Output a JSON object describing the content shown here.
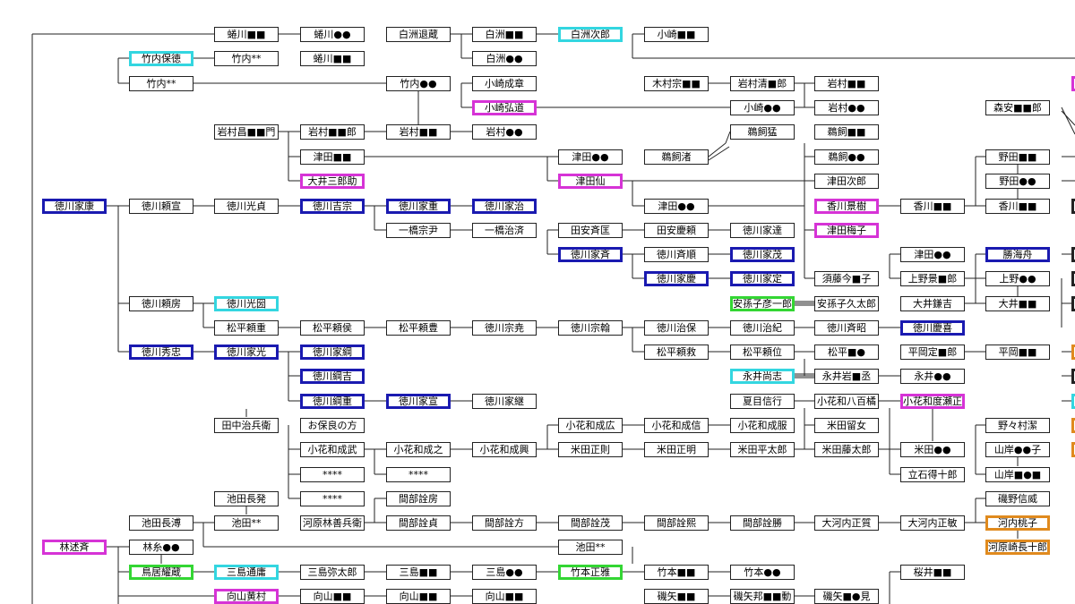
{
  "colors": {
    "blue": "#1a1ab0",
    "cyan": "#33d6e0",
    "magenta": "#d633d6",
    "green": "#33d633",
    "orange": "#e08a1e",
    "black": "#222222"
  },
  "diagram": {
    "type": "family-tree",
    "nodes": [
      {
        "id": "n1",
        "label": "蜷川■■",
        "color": "black"
      },
      {
        "id": "n2",
        "label": "蜷川●●",
        "color": "black"
      },
      {
        "id": "n3",
        "label": "白洲退蔵",
        "color": "black"
      },
      {
        "id": "n4",
        "label": "白洲■■",
        "color": "black"
      },
      {
        "id": "n5",
        "label": "白洲次郎",
        "color": "cyan"
      },
      {
        "id": "n6",
        "label": "小崎■■",
        "color": "black"
      },
      {
        "id": "n7",
        "label": "竹内保徳",
        "color": "cyan"
      },
      {
        "id": "n8",
        "label": "竹内**",
        "color": "black"
      },
      {
        "id": "n9",
        "label": "蜷川■■",
        "color": "black"
      },
      {
        "id": "n10",
        "label": "白洲●●",
        "color": "black"
      },
      {
        "id": "n11",
        "label": "竹内**",
        "color": "black"
      },
      {
        "id": "n12",
        "label": "竹内●●",
        "color": "black"
      },
      {
        "id": "n13",
        "label": "小崎成章",
        "color": "black"
      },
      {
        "id": "n14",
        "label": "木村宗■■",
        "color": "black"
      },
      {
        "id": "n15",
        "label": "岩村清■郎",
        "color": "black"
      },
      {
        "id": "n16",
        "label": "岩村■■",
        "color": "black"
      },
      {
        "id": "n17",
        "label": "小崎弘道",
        "color": "magenta"
      },
      {
        "id": "n18",
        "label": "小崎●●",
        "color": "black"
      },
      {
        "id": "n19",
        "label": "岩村●●",
        "color": "black"
      },
      {
        "id": "n20",
        "label": "森安■■郎",
        "color": "black"
      },
      {
        "id": "n21",
        "label": "岩村昌■■門",
        "color": "black"
      },
      {
        "id": "n22",
        "label": "岩村■■郎",
        "color": "black"
      },
      {
        "id": "n23",
        "label": "岩村■■",
        "color": "black"
      },
      {
        "id": "n24",
        "label": "岩村●●",
        "color": "black"
      },
      {
        "id": "n25",
        "label": "鵜飼猛",
        "color": "black"
      },
      {
        "id": "n26",
        "label": "鵜飼■■",
        "color": "black"
      },
      {
        "id": "n27",
        "label": "津田■■",
        "color": "black"
      },
      {
        "id": "n28",
        "label": "津田●●",
        "color": "black"
      },
      {
        "id": "n29",
        "label": "鵜飼渚",
        "color": "black"
      },
      {
        "id": "n30",
        "label": "鵜飼●●",
        "color": "black"
      },
      {
        "id": "n31",
        "label": "野田■■",
        "color": "black"
      },
      {
        "id": "n32",
        "label": "大井三郎助",
        "color": "magenta"
      },
      {
        "id": "n33",
        "label": "津田仙",
        "color": "magenta"
      },
      {
        "id": "n34",
        "label": "津田次郎",
        "color": "black"
      },
      {
        "id": "n35",
        "label": "野田●●",
        "color": "black"
      },
      {
        "id": "n36",
        "label": "徳川家康",
        "color": "blue"
      },
      {
        "id": "n37",
        "label": "徳川頼宣",
        "color": "black"
      },
      {
        "id": "n38",
        "label": "徳川光貞",
        "color": "black"
      },
      {
        "id": "n39",
        "label": "徳川吉宗",
        "color": "blue"
      },
      {
        "id": "n40",
        "label": "徳川家重",
        "color": "blue"
      },
      {
        "id": "n41",
        "label": "徳川家治",
        "color": "blue"
      },
      {
        "id": "n42",
        "label": "津田●●",
        "color": "black"
      },
      {
        "id": "n43",
        "label": "香川景樹",
        "color": "magenta"
      },
      {
        "id": "n44",
        "label": "香川■■",
        "color": "black"
      },
      {
        "id": "n45",
        "label": "香川■■",
        "color": "black"
      },
      {
        "id": "n46",
        "label": "一橋宗尹",
        "color": "black"
      },
      {
        "id": "n47",
        "label": "一橋治済",
        "color": "black"
      },
      {
        "id": "n48",
        "label": "田安斉匡",
        "color": "black"
      },
      {
        "id": "n49",
        "label": "田安慶頼",
        "color": "black"
      },
      {
        "id": "n50",
        "label": "徳川家達",
        "color": "black"
      },
      {
        "id": "n51",
        "label": "津田梅子",
        "color": "magenta"
      },
      {
        "id": "n52",
        "label": "徳川家斉",
        "color": "blue"
      },
      {
        "id": "n53",
        "label": "徳川斉順",
        "color": "black"
      },
      {
        "id": "n54",
        "label": "徳川家茂",
        "color": "blue"
      },
      {
        "id": "n55",
        "label": "津田●●",
        "color": "black"
      },
      {
        "id": "n56",
        "label": "勝海舟",
        "color": "blue"
      },
      {
        "id": "n57",
        "label": "徳川家慶",
        "color": "blue"
      },
      {
        "id": "n58",
        "label": "徳川家定",
        "color": "blue"
      },
      {
        "id": "n59",
        "label": "須藤今■子",
        "color": "black"
      },
      {
        "id": "n60",
        "label": "上野景■郎",
        "color": "black"
      },
      {
        "id": "n61",
        "label": "上野●●",
        "color": "black"
      },
      {
        "id": "n62",
        "label": "徳川頼房",
        "color": "black"
      },
      {
        "id": "n63",
        "label": "徳川光圀",
        "color": "cyan"
      },
      {
        "id": "n64",
        "label": "安孫子彦一郎",
        "color": "green"
      },
      {
        "id": "n65",
        "label": "安孫子久太郎",
        "color": "black"
      },
      {
        "id": "n66",
        "label": "大井鎌吉",
        "color": "black"
      },
      {
        "id": "n67",
        "label": "大井■■",
        "color": "black"
      },
      {
        "id": "n68",
        "label": "松平頼重",
        "color": "black"
      },
      {
        "id": "n69",
        "label": "松平頼侯",
        "color": "black"
      },
      {
        "id": "n70",
        "label": "松平頼豊",
        "color": "black"
      },
      {
        "id": "n71",
        "label": "徳川宗尭",
        "color": "black"
      },
      {
        "id": "n72",
        "label": "徳川宗翰",
        "color": "black"
      },
      {
        "id": "n73",
        "label": "徳川治保",
        "color": "black"
      },
      {
        "id": "n74",
        "label": "徳川治紀",
        "color": "black"
      },
      {
        "id": "n75",
        "label": "徳川斉昭",
        "color": "black"
      },
      {
        "id": "n76",
        "label": "徳川慶喜",
        "color": "blue"
      },
      {
        "id": "n77",
        "label": "徳川秀忠",
        "color": "blue"
      },
      {
        "id": "n78",
        "label": "徳川家光",
        "color": "blue"
      },
      {
        "id": "n79",
        "label": "徳川家綱",
        "color": "blue"
      },
      {
        "id": "n80",
        "label": "松平頼救",
        "color": "black"
      },
      {
        "id": "n81",
        "label": "松平頼位",
        "color": "black"
      },
      {
        "id": "n82",
        "label": "松平■●",
        "color": "black"
      },
      {
        "id": "n83",
        "label": "平岡定■郎",
        "color": "black"
      },
      {
        "id": "n84",
        "label": "平岡■■",
        "color": "black"
      },
      {
        "id": "n85",
        "label": "徳川綱吉",
        "color": "blue"
      },
      {
        "id": "n86",
        "label": "永井尚志",
        "color": "cyan"
      },
      {
        "id": "n87",
        "label": "永井岩■丞",
        "color": "black"
      },
      {
        "id": "n88",
        "label": "永井●●",
        "color": "black"
      },
      {
        "id": "n89",
        "label": "徳川綱重",
        "color": "blue"
      },
      {
        "id": "n90",
        "label": "徳川家宣",
        "color": "blue"
      },
      {
        "id": "n91",
        "label": "徳川家継",
        "color": "black"
      },
      {
        "id": "n92",
        "label": "夏目信行",
        "color": "black"
      },
      {
        "id": "n93",
        "label": "小花和八百橘",
        "color": "black"
      },
      {
        "id": "n94",
        "label": "小花和度瀬正",
        "color": "magenta"
      },
      {
        "id": "n95",
        "label": "田中治兵衛",
        "color": "black"
      },
      {
        "id": "n96",
        "label": "お保良の方",
        "color": "black"
      },
      {
        "id": "n97",
        "label": "小花和成広",
        "color": "black"
      },
      {
        "id": "n98",
        "label": "小花和成信",
        "color": "black"
      },
      {
        "id": "n99",
        "label": "小花和成服",
        "color": "black"
      },
      {
        "id": "n100",
        "label": "米田留女",
        "color": "black"
      },
      {
        "id": "n101",
        "label": "野々村潔",
        "color": "black"
      },
      {
        "id": "n102",
        "label": "小花和成武",
        "color": "black"
      },
      {
        "id": "n103",
        "label": "小花和成之",
        "color": "black"
      },
      {
        "id": "n104",
        "label": "小花和成興",
        "color": "black"
      },
      {
        "id": "n105",
        "label": "米田正則",
        "color": "black"
      },
      {
        "id": "n106",
        "label": "米田正明",
        "color": "black"
      },
      {
        "id": "n107",
        "label": "米田平太郎",
        "color": "black"
      },
      {
        "id": "n108",
        "label": "米田藤太郎",
        "color": "black"
      },
      {
        "id": "n109",
        "label": "米田●●",
        "color": "black"
      },
      {
        "id": "n110",
        "label": "山岸●●子",
        "color": "black"
      },
      {
        "id": "n111",
        "label": "****",
        "color": "black"
      },
      {
        "id": "n112",
        "label": "****",
        "color": "black"
      },
      {
        "id": "n113",
        "label": "立石得十郎",
        "color": "black"
      },
      {
        "id": "n114",
        "label": "山岸■●■",
        "color": "black"
      },
      {
        "id": "n115",
        "label": "池田長発",
        "color": "black"
      },
      {
        "id": "n116",
        "label": "****",
        "color": "black"
      },
      {
        "id": "n117",
        "label": "間部詮房",
        "color": "black"
      },
      {
        "id": "n118",
        "label": "磯野信威",
        "color": "black"
      },
      {
        "id": "n119",
        "label": "池田長溥",
        "color": "black"
      },
      {
        "id": "n120",
        "label": "池田**",
        "color": "black"
      },
      {
        "id": "n121",
        "label": "河原林善兵衛",
        "color": "black"
      },
      {
        "id": "n122",
        "label": "間部詮貞",
        "color": "black"
      },
      {
        "id": "n123",
        "label": "間部詮方",
        "color": "black"
      },
      {
        "id": "n124",
        "label": "間部詮茂",
        "color": "black"
      },
      {
        "id": "n125",
        "label": "間部詮熙",
        "color": "black"
      },
      {
        "id": "n126",
        "label": "間部詮勝",
        "color": "black"
      },
      {
        "id": "n127",
        "label": "大河内正質",
        "color": "black"
      },
      {
        "id": "n128",
        "label": "大河内正敏",
        "color": "black"
      },
      {
        "id": "n129",
        "label": "河内桃子",
        "color": "orange"
      },
      {
        "id": "n130",
        "label": "林述斉",
        "color": "magenta"
      },
      {
        "id": "n131",
        "label": "林糸●●",
        "color": "black"
      },
      {
        "id": "n132",
        "label": "池田**",
        "color": "black"
      },
      {
        "id": "n133",
        "label": "河原崎長十郎",
        "color": "orange"
      },
      {
        "id": "n134",
        "label": "鳥居耀蔵",
        "color": "green"
      },
      {
        "id": "n135",
        "label": "三島通庸",
        "color": "cyan"
      },
      {
        "id": "n136",
        "label": "三島弥太郎",
        "color": "black"
      },
      {
        "id": "n137",
        "label": "三島■■",
        "color": "black"
      },
      {
        "id": "n138",
        "label": "三島●●",
        "color": "black"
      },
      {
        "id": "n139",
        "label": "竹本正雅",
        "color": "green"
      },
      {
        "id": "n140",
        "label": "竹本■■",
        "color": "black"
      },
      {
        "id": "n141",
        "label": "竹本●●",
        "color": "black"
      },
      {
        "id": "n142",
        "label": "桜井■■",
        "color": "black"
      },
      {
        "id": "n143",
        "label": "向山黄村",
        "color": "magenta"
      },
      {
        "id": "n144",
        "label": "向山■■",
        "color": "black"
      },
      {
        "id": "n145",
        "label": "向山■■",
        "color": "black"
      },
      {
        "id": "n146",
        "label": "向山■■",
        "color": "black"
      },
      {
        "id": "n147",
        "label": "磯矢■■",
        "color": "black"
      },
      {
        "id": "n148",
        "label": "磯矢邦■■動",
        "color": "black"
      },
      {
        "id": "n149",
        "label": "磯矢■●見",
        "color": "black"
      }
    ]
  }
}
